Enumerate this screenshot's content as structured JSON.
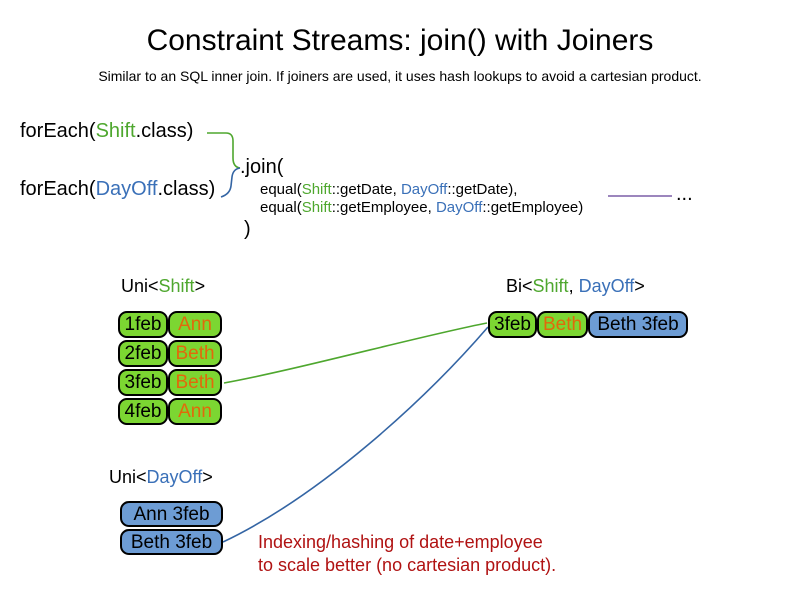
{
  "slide": {
    "title": "Constraint Streams: join() with Joiners",
    "subtitle": "Similar to an SQL inner join. If joiners are used, it uses hash lookups to avoid a cartesian product."
  },
  "code": {
    "foreach_shift": {
      "prefix": "forEach(",
      "class_name": "Shift",
      "suffix": ".class)"
    },
    "foreach_dayoff": {
      "prefix": "forEach(",
      "class_name": "DayOff",
      "suffix": ".class)"
    },
    "join_open": ".join(",
    "joiner_date": {
      "prefix": "equal(",
      "shift": "Shift",
      "mid": "::getDate, ",
      "dayoff": "DayOff",
      "suffix": "::getDate),"
    },
    "joiner_employee": {
      "prefix": "equal(",
      "shift": "Shift",
      "mid": "::getEmployee, ",
      "dayoff": "DayOff",
      "suffix": "::getEmployee)"
    },
    "join_close": ")",
    "ellipsis": "..."
  },
  "uni_shift": {
    "label": {
      "prefix": "Uni<",
      "type": "Shift",
      "suffix": ">"
    },
    "rows": [
      {
        "date": "1feb",
        "employee": "Ann"
      },
      {
        "date": "2feb",
        "employee": "Beth"
      },
      {
        "date": "3feb",
        "employee": "Beth"
      },
      {
        "date": "4feb",
        "employee": "Ann"
      }
    ]
  },
  "bi": {
    "label": {
      "prefix": "Bi<",
      "type1": "Shift",
      "sep": ", ",
      "type2": "DayOff",
      "suffix": ">"
    },
    "row": {
      "date": "3feb",
      "employee": "Beth",
      "dayoff": "Beth 3feb"
    }
  },
  "uni_dayoff": {
    "label": {
      "prefix": "Uni<",
      "type": "DayOff",
      "suffix": ">"
    },
    "rows": [
      {
        "text": "Ann 3feb"
      },
      {
        "text": "Beth 3feb"
      }
    ]
  },
  "note": {
    "line1": "Indexing/hashing of date+employee",
    "line2": "to scale better (no cartesian product)."
  },
  "colors": {
    "shift_green_text": "#4EA72E",
    "dayoff_blue_text": "#3A70B8",
    "box_green": "#7CD632",
    "box_blue": "#6D9CD4",
    "employee_orange": "#E2690B",
    "note_red": "#B01212",
    "connector_green": "#4EA72E",
    "connector_blue": "#3465A4",
    "annotation_purple": "#7B5EA7"
  }
}
